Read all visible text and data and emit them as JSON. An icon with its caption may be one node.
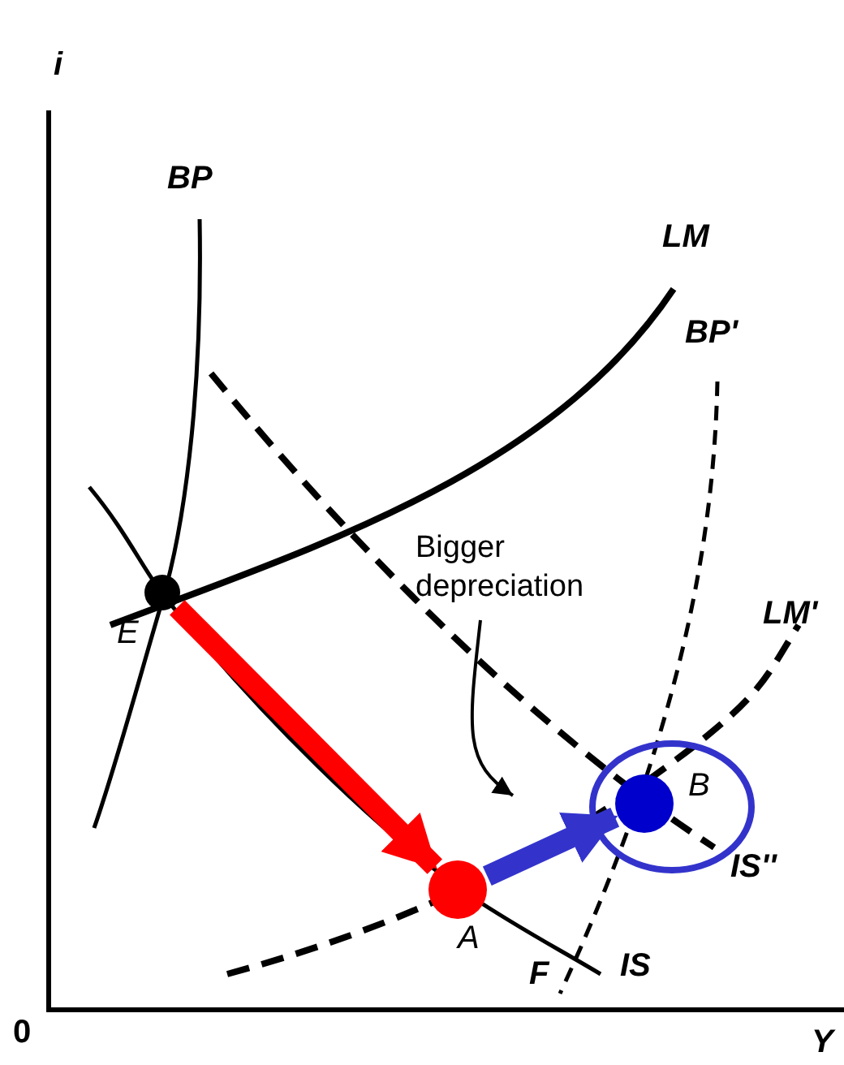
{
  "diagram": {
    "nodes": [
      {
        "text": [],
        "shape": "circle",
        "beside": [
          "E"
        ]
      },
      {
        "text": [],
        "shape": "circle",
        "beside": [
          "A"
        ]
      },
      {
        "text": [],
        "shape": "circle",
        "beside": [
          "B"
        ]
      },
      {
        "text": [
          "Bigger depreciation"
        ]
      }
    ],
    "edges": [
      {
        "from": 0,
        "to": 1,
        "arrow": "to",
        "color": "#ff0000"
      },
      {
        "from": 1,
        "to": 2,
        "arrow": "to",
        "color": "#3333cc"
      },
      {
        "from": 3,
        "to": null,
        "arrow": "to",
        "color": "#000000"
      }
    ],
    "labels": [
      "i",
      "BP",
      "LM",
      "BP'",
      "LM'",
      "IS''",
      "IS",
      "F",
      "0",
      "Y"
    ]
  }
}
